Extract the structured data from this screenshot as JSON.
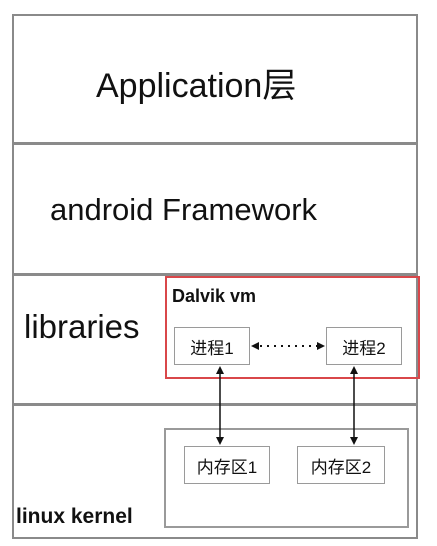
{
  "layers": {
    "application": "Application层",
    "framework": "android Framework",
    "libraries": "libraries",
    "kernel": "linux kernel"
  },
  "dalvik": {
    "title": "Dalvik vm",
    "process1": "进程1",
    "process2": "进程2"
  },
  "memory": {
    "area1": "内存区1",
    "area2": "内存区2"
  },
  "colors": {
    "border": "#8a8a8a",
    "vm_border": "#d9474a",
    "arrow": "#111111"
  }
}
